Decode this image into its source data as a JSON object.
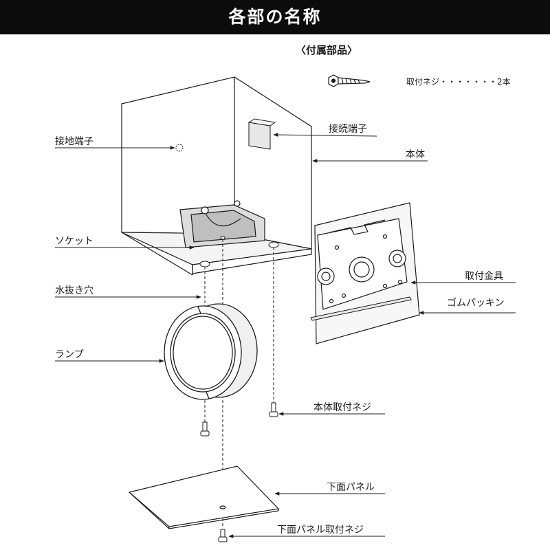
{
  "header": {
    "title": "各部の名称"
  },
  "accessories": {
    "title": "〈付属部品〉",
    "screw_label": "取付ネジ・・・・・・・2本"
  },
  "labels": {
    "ground_terminal": "接地端子",
    "connection_terminal": "接続端子",
    "body": "本体",
    "socket": "ソケット",
    "mount_bracket": "取付金具",
    "rubber_packing": "ゴムパッキン",
    "drain_hole": "水抜き穴",
    "lamp": "ランプ",
    "body_mount_screw": "本体取付ネジ",
    "bottom_panel": "下面パネル",
    "bottom_panel_screw": "下面パネル取付ネジ"
  },
  "colors": {
    "header_bg": "#0c0c0c",
    "line": "#1a1a1a"
  }
}
